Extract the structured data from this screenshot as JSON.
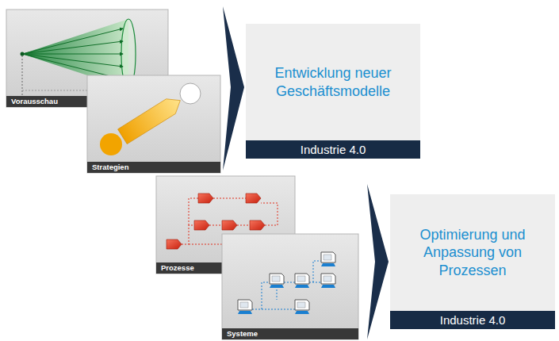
{
  "diagram": {
    "nodes": [
      {
        "text": [
          "Vorausschau"
        ]
      },
      {
        "text": [
          "Strategien"
        ]
      },
      {
        "text": [
          "Entwicklung neuer Geschäftsmodelle",
          "Industrie 4.0"
        ]
      },
      {
        "text": [
          "Prozesse"
        ]
      },
      {
        "text": [
          "Systeme"
        ]
      },
      {
        "text": [
          "Optimierung und Anpassung von Prozessen",
          "Industrie 4.0"
        ]
      }
    ]
  }
}
